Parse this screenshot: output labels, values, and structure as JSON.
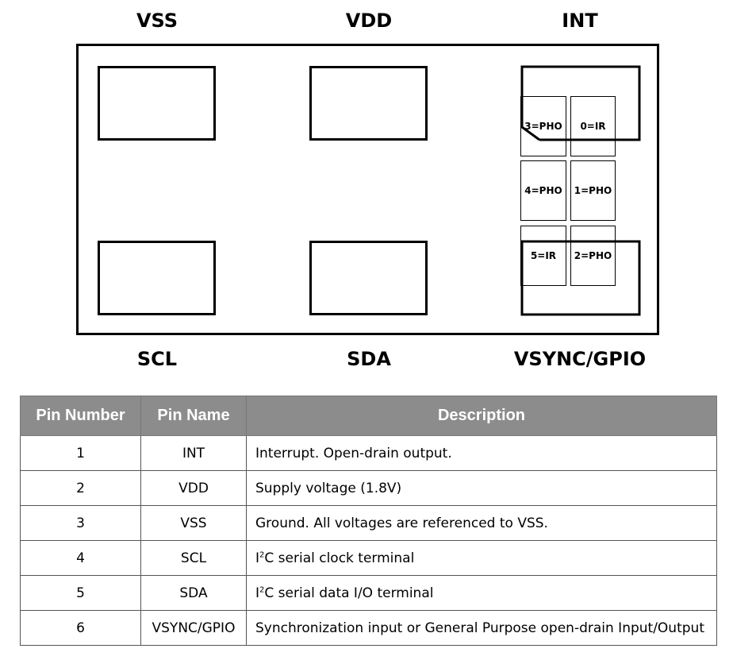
{
  "diagram": {
    "top_labels": [
      "VSS",
      "VDD",
      "INT"
    ],
    "bottom_labels": [
      "SCL",
      "SDA",
      "VSYNC/GPIO"
    ],
    "sensor_cells": [
      "3=PHO",
      "0=IR",
      "4=PHO",
      "1=PHO",
      "5=IR",
      "2=PHO"
    ]
  },
  "table": {
    "headers": [
      "Pin Number",
      "Pin Name",
      "Description"
    ],
    "rows": [
      {
        "number": "1",
        "name": "INT",
        "desc_pre": "Interrupt. Open-drain output.",
        "desc_sup": "",
        "desc_post": ""
      },
      {
        "number": "2",
        "name": "VDD",
        "desc_pre": "Supply voltage (1.8V)",
        "desc_sup": "",
        "desc_post": ""
      },
      {
        "number": "3",
        "name": "VSS",
        "desc_pre": "Ground. All voltages are referenced to VSS.",
        "desc_sup": "",
        "desc_post": ""
      },
      {
        "number": "4",
        "name": "SCL",
        "desc_pre": "I",
        "desc_sup": "2",
        "desc_post": "C serial clock terminal"
      },
      {
        "number": "5",
        "name": "SDA",
        "desc_pre": "I",
        "desc_sup": "2",
        "desc_post": "C serial data I/O terminal"
      },
      {
        "number": "6",
        "name": "VSYNC/GPIO",
        "desc_pre": "Synchronization input or General Purpose open-drain Input/Output",
        "desc_sup": "",
        "desc_post": ""
      }
    ]
  }
}
